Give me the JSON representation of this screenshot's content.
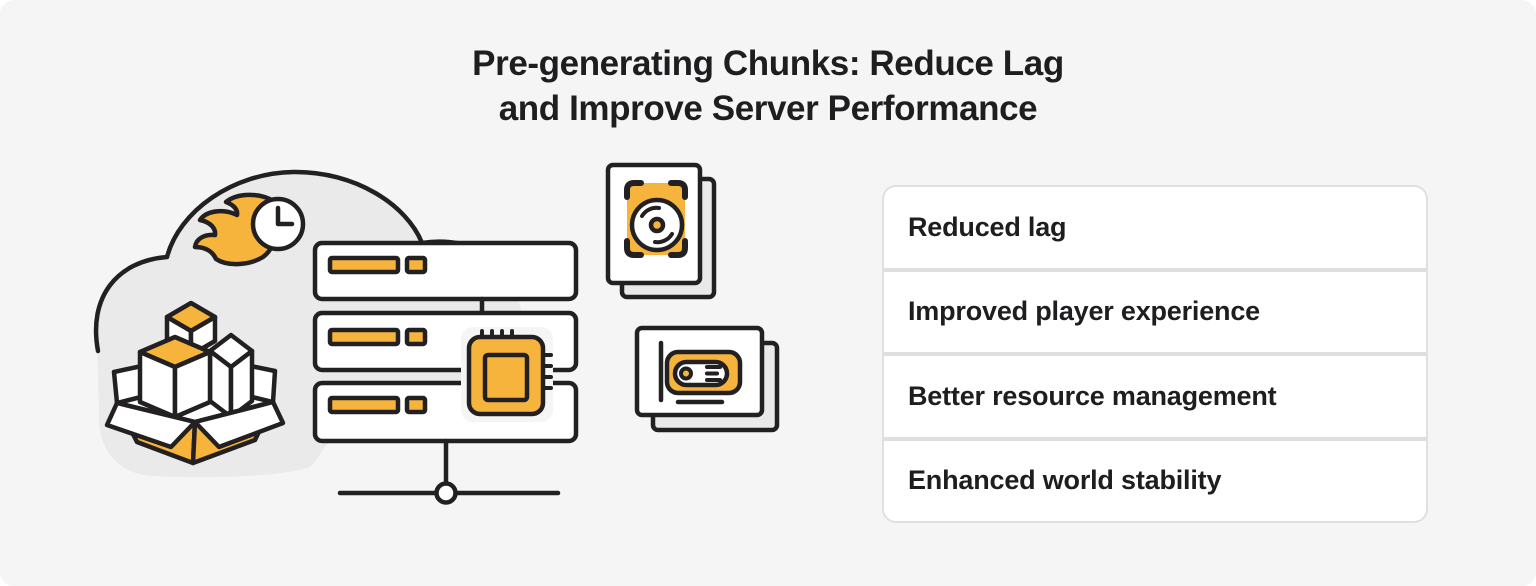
{
  "title": {
    "line1": "Pre-generating Chunks: Reduce Lag",
    "line2": "and Improve Server Performance"
  },
  "benefits": [
    {
      "label": "Reduced lag"
    },
    {
      "label": "Improved player experience"
    },
    {
      "label": "Better resource management"
    },
    {
      "label": "Enhanced world stability"
    }
  ],
  "illustration": {
    "icons": [
      "cloud-icon",
      "speed-flame-icon",
      "clock-icon",
      "chunk-box-icon",
      "server-rack-icon",
      "cpu-chip-icon",
      "network-node-icon",
      "hard-drive-icon",
      "graphics-card-icon"
    ]
  },
  "colors": {
    "background": "#F5F5F6",
    "accent_yellow": "#F7B43C",
    "outline_dark": "#232022",
    "cloud_gray": "#EAEAEB",
    "card_back_gray": "#E9E9EA",
    "card_white": "#FFFFFF",
    "panel_border": "#E0E0E2",
    "panel_divider": "#DEDEE0",
    "text_dark": "#1E1E20"
  }
}
